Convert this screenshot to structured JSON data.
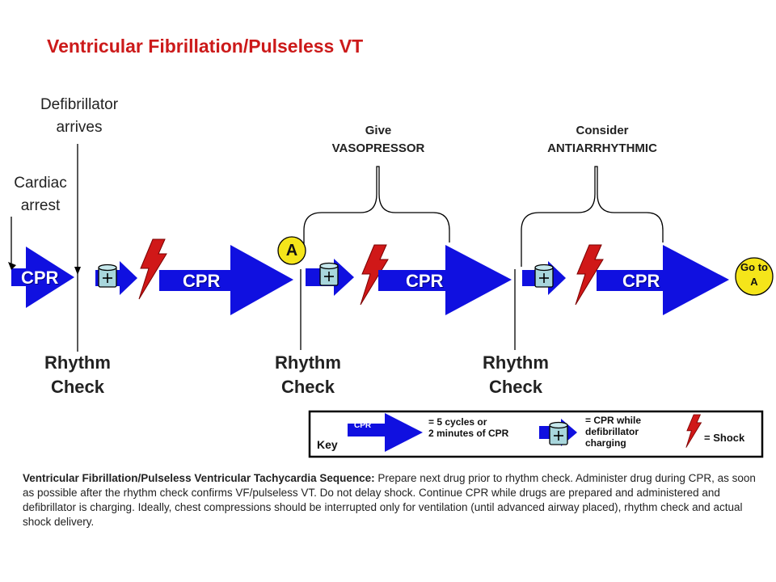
{
  "title": "Ventricular Fibrillation/Pulseless VT",
  "annotations": {
    "defibrillator": [
      "Defibrillator",
      "arrives"
    ],
    "cardiac": [
      "Cardiac",
      "arrest"
    ],
    "vasopressor": [
      "Give",
      "VASOPRESSOR"
    ],
    "antiarrhythmic": [
      "Consider",
      "ANTIARRHYTHMIC"
    ]
  },
  "cpr_label": "CPR",
  "rhythm_check": [
    "Rhythm",
    "Check"
  ],
  "circle_a": "A",
  "goto_a": [
    "Go to",
    "A"
  ],
  "key": {
    "label": "Key",
    "cpr_desc": [
      "= 5 cycles or",
      "2 minutes of CPR"
    ],
    "charging_desc": [
      "= CPR while",
      "defibrillator",
      "charging"
    ],
    "shock_desc": "= Shock"
  },
  "caption": {
    "bold": "Ventricular Fibrillation/Pulseless Ventricular Tachycardia Sequence:",
    "text": " Prepare next drug prior to rhythm check. Administer drug during CPR, as soon as possible after the rhythm check confirms VF/pulseless VT. Do not delay shock. Continue CPR while drugs are prepared and administered and defibrillator is charging. Ideally, chest compressions should be interrupted only for ventilation (until advanced airway placed), rhythm check and actual shock delivery."
  },
  "colors": {
    "title": "#cc1a1a",
    "arrow": "#1010e0",
    "shock": "#d01818",
    "circle": "#f5e51a",
    "canister": "#a8d6dc"
  }
}
